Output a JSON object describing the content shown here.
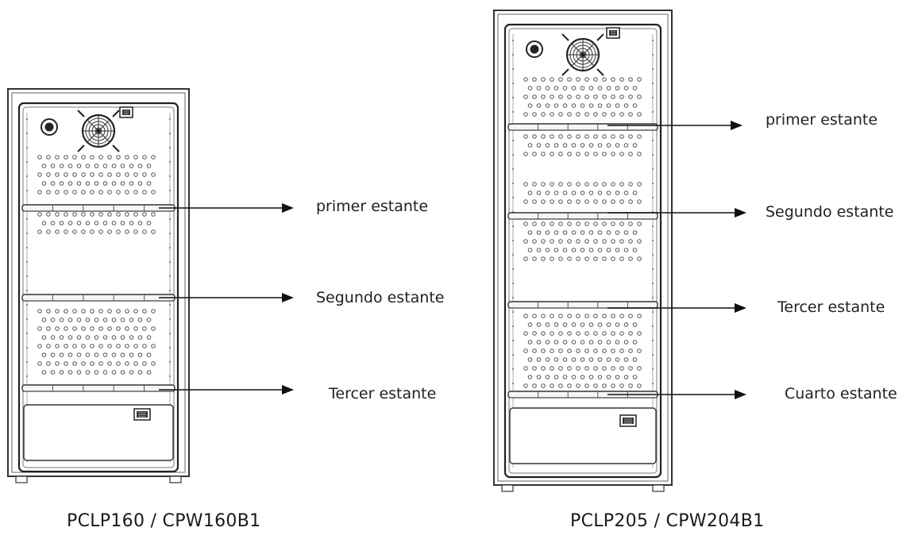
{
  "fridge_left": {
    "model": "PCLP160 / CPW160B1",
    "shelves": [
      "primer estante",
      "Segundo estante",
      "Tercer estante"
    ]
  },
  "fridge_right": {
    "model": "PCLP205 / CPW204B1",
    "shelves": [
      "primer estante",
      "Segundo estante",
      "Tercer estante",
      "Cuarto estante"
    ]
  },
  "icons": [
    "fan-icon",
    "knob-icon",
    "switch-icon",
    "arrow-right-icon"
  ],
  "colors": {
    "line": "#333333",
    "panel": "#ffffff",
    "frame": "#555555"
  }
}
